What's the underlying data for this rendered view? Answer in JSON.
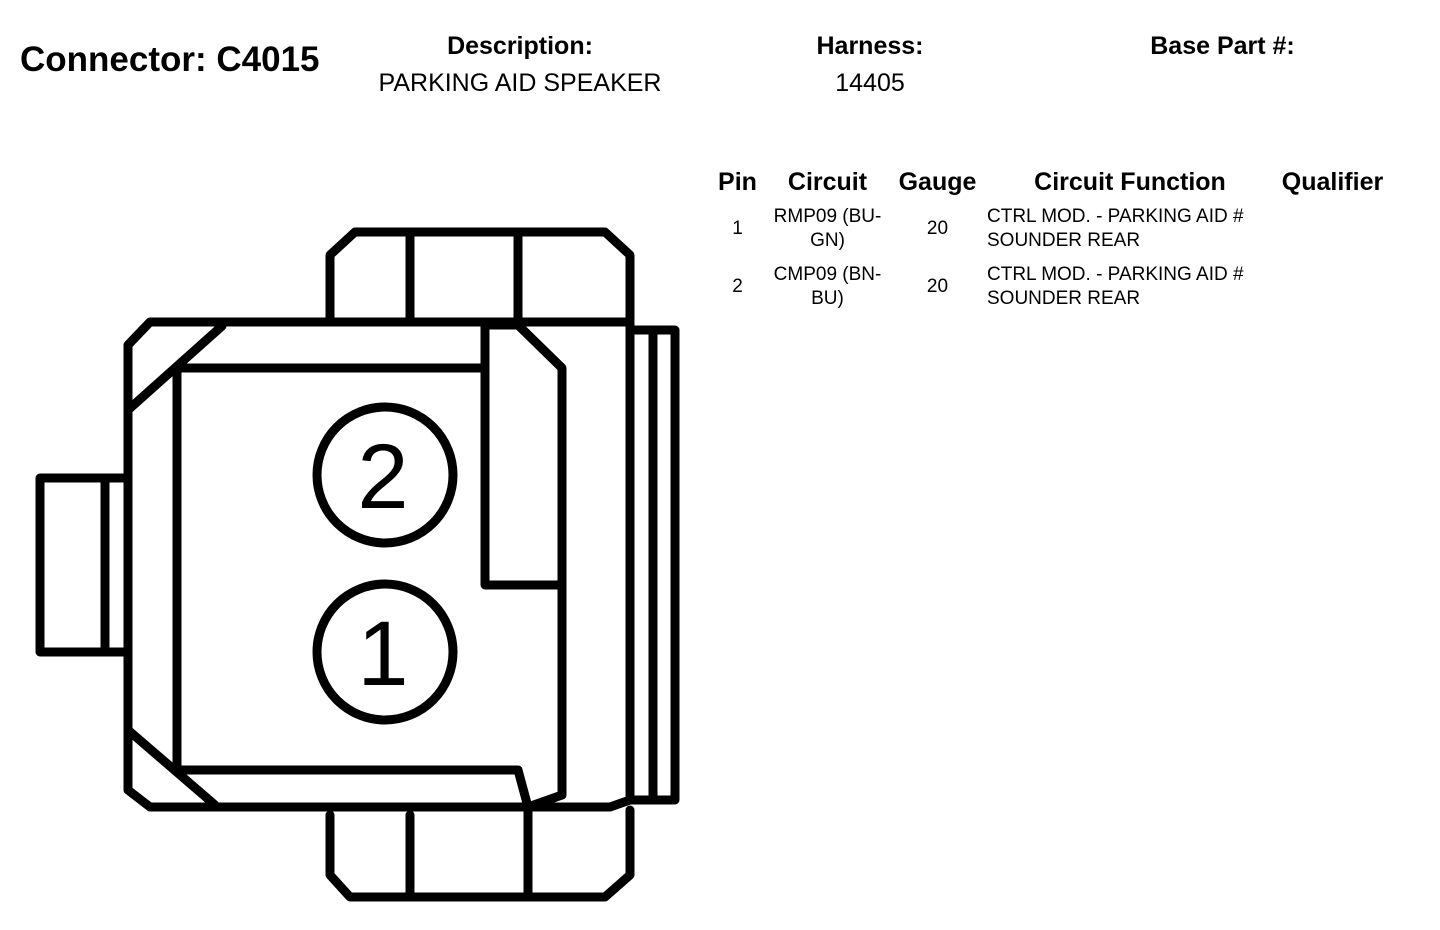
{
  "header": {
    "connector_title": "Connector: C4015",
    "description_label": "Description:",
    "description_value": "PARKING AID SPEAKER",
    "harness_label": "Harness:",
    "harness_value": "14405",
    "base_part_label": "Base Part #:"
  },
  "table": {
    "columns": [
      "Pin",
      "Circuit",
      "Gauge",
      "Circuit Function",
      "Qualifier"
    ],
    "rows": [
      {
        "pin": "1",
        "circuit": "RMP09 (BU-GN)",
        "gauge": "20",
        "function": "CTRL MOD. - PARKING AID # SOUNDER REAR",
        "qualifier": ""
      },
      {
        "pin": "2",
        "circuit": "CMP09 (BN-BU)",
        "gauge": "20",
        "function": "CTRL MOD. - PARKING AID # SOUNDER REAR",
        "qualifier": ""
      }
    ]
  },
  "diagram": {
    "pins": [
      {
        "label": "2"
      },
      {
        "label": "1"
      }
    ]
  }
}
